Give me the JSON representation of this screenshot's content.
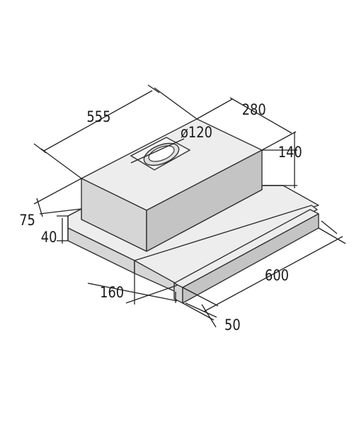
{
  "diagram": {
    "dimensions": {
      "width_top": "555",
      "depth_top": "280",
      "outlet_diameter": "ø120",
      "body_height": "140",
      "rear_offset": "75",
      "base_height": "40",
      "front_depth": "160",
      "total_width": "600",
      "visor_height": "50"
    },
    "colors": {
      "line": "#333333",
      "text": "#1a1a1a",
      "background": "#ffffff"
    }
  }
}
